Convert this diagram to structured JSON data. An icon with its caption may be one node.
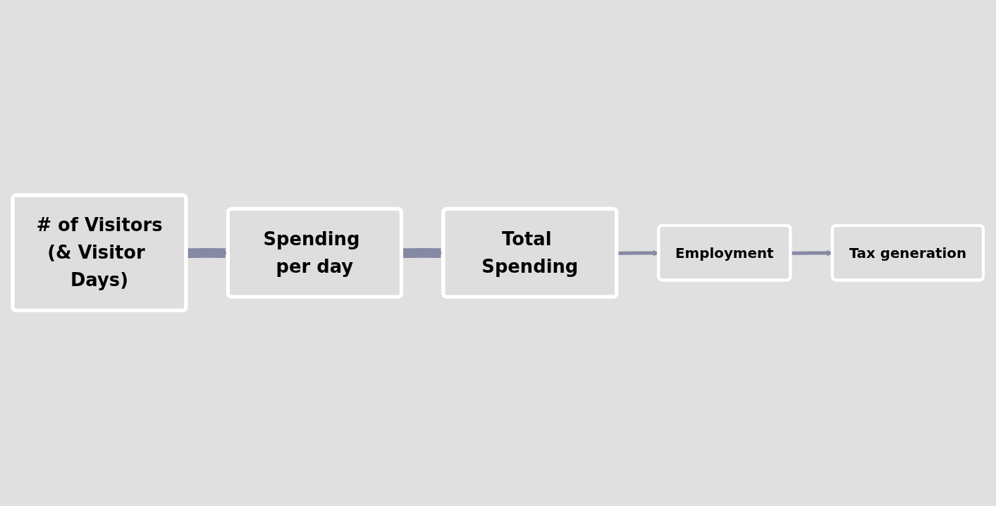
{
  "diagram": {
    "nodes": [
      {
        "text": [
          "# of Visitors",
          "(& Visitor Days)"
        ]
      },
      {
        "text": [
          "Spending per day"
        ]
      },
      {
        "text": [
          "Total Spending"
        ]
      },
      {
        "text": [
          "Employment"
        ]
      },
      {
        "text": [
          "Tax generation"
        ]
      }
    ],
    "edges": [
      {
        "from": 0,
        "to": 1,
        "arrow": "to",
        "style": "thick"
      },
      {
        "from": 1,
        "to": 2,
        "arrow": "to",
        "style": "thick"
      },
      {
        "from": 2,
        "to": 3,
        "arrow": "to"
      },
      {
        "from": 3,
        "to": 4,
        "arrow": "to"
      }
    ]
  }
}
